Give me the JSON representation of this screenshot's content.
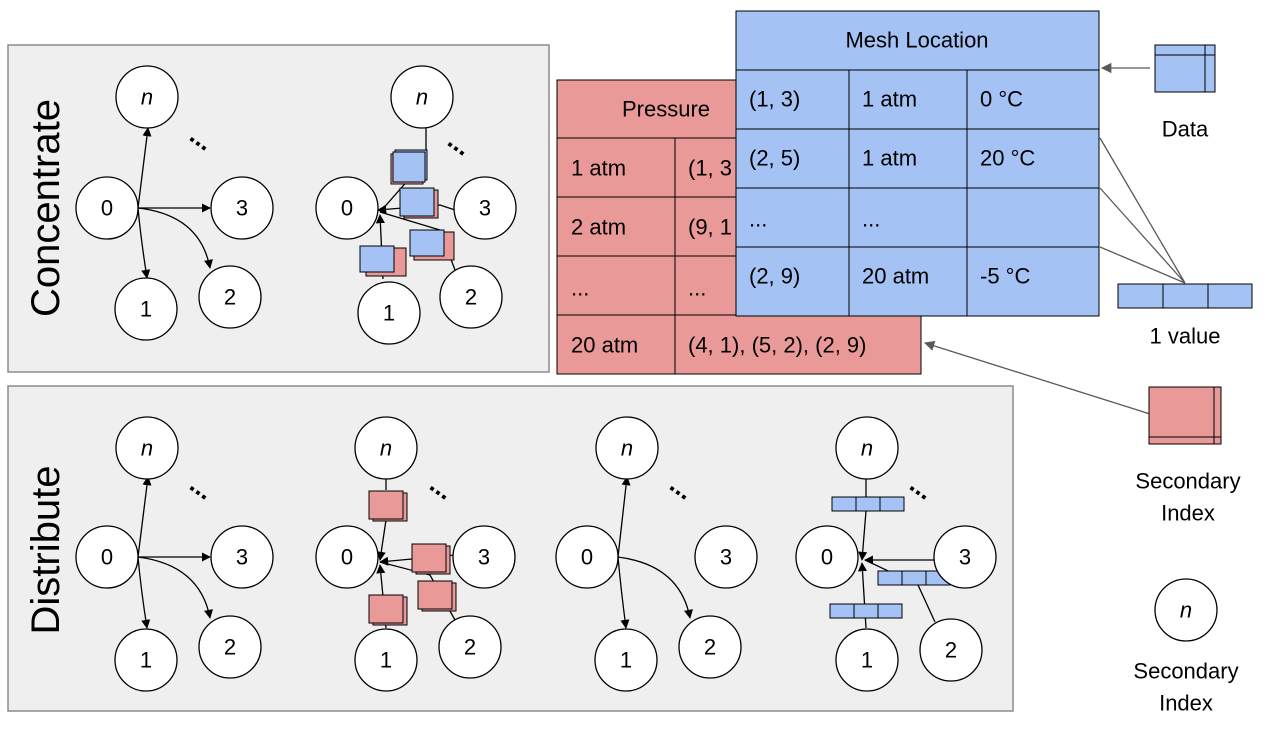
{
  "panels": {
    "concentrate": "Concentrate",
    "distribute": "Distribute"
  },
  "graph": {
    "nodes": [
      "n",
      "0",
      "1",
      "2",
      "3"
    ],
    "ellipsis": "..."
  },
  "mesh_table": {
    "title": "Mesh Location",
    "rows": [
      [
        "(1, 3)",
        "1 atm",
        "0 °C"
      ],
      [
        "(2, 5)",
        "1 atm",
        "20 °C"
      ],
      [
        "...",
        "...",
        ""
      ],
      [
        "(2, 9)",
        "20 atm",
        "-5 °C"
      ]
    ]
  },
  "pressure_table": {
    "title": "Pressure",
    "rows": [
      [
        "1 atm",
        "(1, 3"
      ],
      [
        "2 atm",
        "(9, 1"
      ],
      [
        "...",
        "..."
      ],
      [
        "20 atm",
        "(4, 1), (5, 2), (2, 9)"
      ]
    ]
  },
  "legend": {
    "data": "Data",
    "one_value": "1 value",
    "secondary_index": [
      "Secondary",
      "Index"
    ],
    "node_symbol": "n"
  },
  "colors": {
    "blue_fill": "#a4c2f4",
    "red_fill": "#ea9999",
    "panel_fill": "#efefef",
    "panel_border": "#8c8c8c",
    "line": "#595959"
  }
}
